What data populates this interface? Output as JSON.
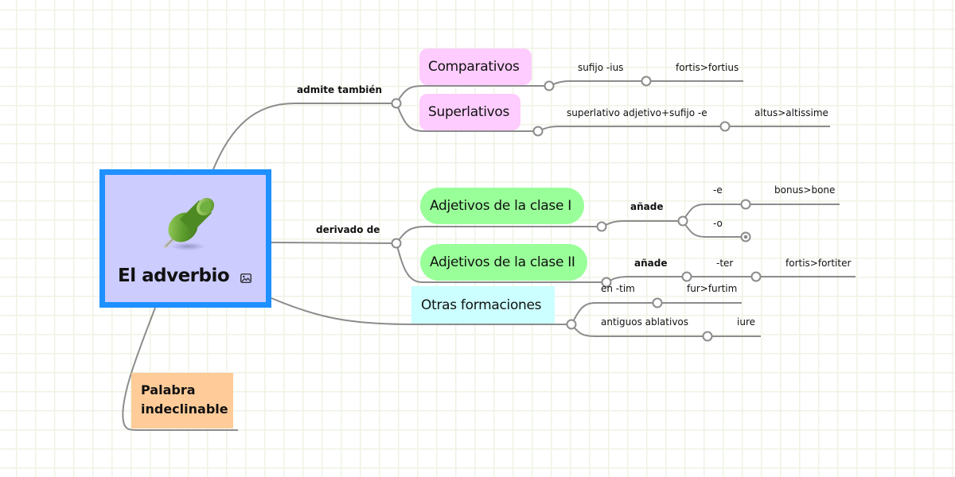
{
  "central_topic": {
    "title": "El adverbio",
    "icon": "green-pushpin-icon",
    "attachment_icon": "image-icon",
    "color": "#ccccff",
    "border_color": "#1e90ff"
  },
  "branches": [
    {
      "relation_label": "admite también",
      "children": [
        {
          "label": "Comparativos",
          "color": "#ffccff",
          "subtopics": [
            {
              "label": "sufijo -ius",
              "children": [
                {
                  "label": "fortis>fortius"
                }
              ]
            }
          ]
        },
        {
          "label": "Superlativos",
          "color": "#ffccff",
          "subtopics": [
            {
              "label": "superlativo adjetivo+sufijo -e",
              "children": [
                {
                  "label": "altus>altissime"
                }
              ]
            }
          ]
        }
      ]
    },
    {
      "relation_label": "derivado de",
      "children": [
        {
          "label": "Adjetivos de la clase I",
          "color": "#99ff99",
          "subtopics": [
            {
              "label": "añade",
              "children": [
                {
                  "label": "-e",
                  "children": [
                    {
                      "label": "bonus>bone"
                    }
                  ]
                },
                {
                  "label": "-o",
                  "collapsed": true
                }
              ]
            }
          ]
        },
        {
          "label": "Adjetivos de la clase II",
          "color": "#99ff99",
          "subtopics": [
            {
              "label": "añade",
              "children": [
                {
                  "label": "-ter",
                  "children": [
                    {
                      "label": "fortis>fortiter"
                    }
                  ]
                }
              ]
            }
          ]
        }
      ]
    },
    {
      "label": "Otras formaciones",
      "color": "#ccffff",
      "subtopics": [
        {
          "label": "en -tim",
          "children": [
            {
              "label": "fur>furtim"
            }
          ]
        },
        {
          "label": "antiguos ablativos",
          "children": [
            {
              "label": "iure"
            }
          ]
        }
      ]
    },
    {
      "label": "Palabra indeclinable",
      "color": "#ffcc99"
    }
  ],
  "colors": {
    "connector": "#8c8c8c",
    "grid": "#eef3e4"
  }
}
